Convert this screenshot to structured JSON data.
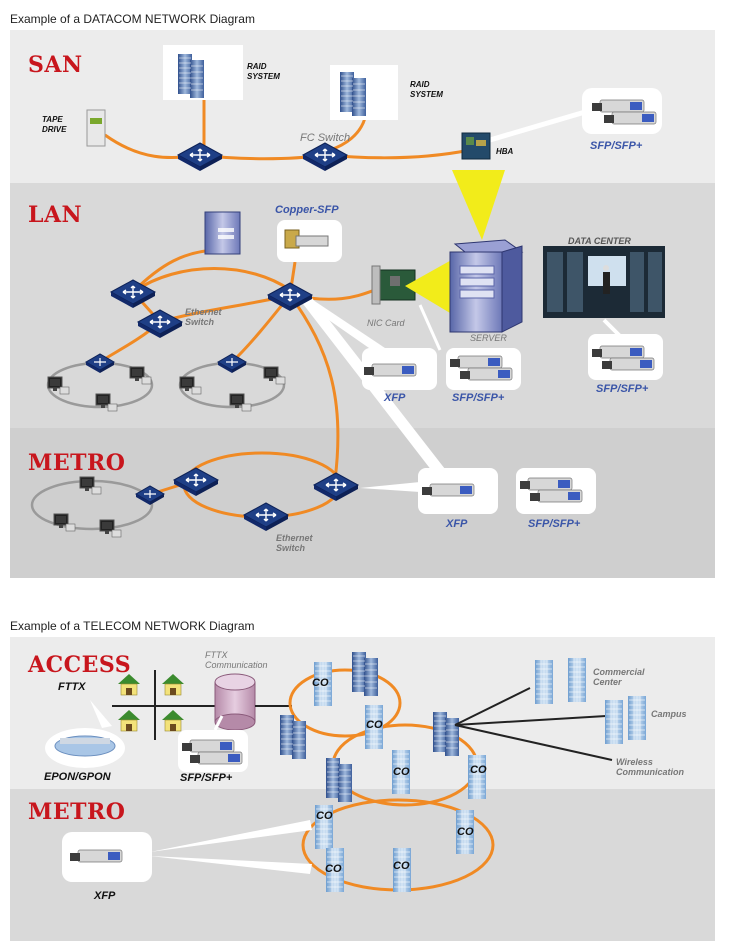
{
  "datacom": {
    "title": "Example of a DATACOM NETWORK Diagram",
    "san": {
      "label": "SAN",
      "raid1": "RAID\nSYSTEM",
      "raid2": "RAID\nSYSTEM",
      "tape": "TAPE\nDRIVE",
      "fc_switch": "FC Switch",
      "hba": "HBA",
      "sfp": "SFP/SFP+"
    },
    "lan": {
      "label": "LAN",
      "copper_sfp": "Copper-SFP",
      "ethernet_switch": "Ethernet\nSwitch",
      "nic_card": "NIC Card",
      "server": "SERVER",
      "data_center": "DATA CENTER",
      "xfp": "XFP",
      "sfp": "SFP/SFP+",
      "sfp_dc": "SFP/SFP+"
    },
    "metro": {
      "label": "METRO",
      "ethernet_switch": "Ethernet\nSwitch",
      "xfp": "XFP",
      "sfp": "SFP/SFP+"
    }
  },
  "telecom": {
    "title": "Example of a TELECOM NETWORK Diagram",
    "access": {
      "label": "ACCESS",
      "fttx": "FTTX",
      "fttx_comm": "FTTX\nCommunication",
      "epon": "EPON/GPON",
      "sfp": "SFP/SFP+",
      "co": "CO",
      "commercial": "Commercial\nCenter",
      "campus": "Campus",
      "wireless": "Wireless\nCommunication"
    },
    "metro": {
      "label": "METRO",
      "xfp": "XFP"
    }
  },
  "colors": {
    "orange": "#f08a24",
    "red_label": "#c8161d",
    "blue_label": "#3a55a8",
    "band_light": "#ececec",
    "band_dark": "#d9d9d9"
  }
}
